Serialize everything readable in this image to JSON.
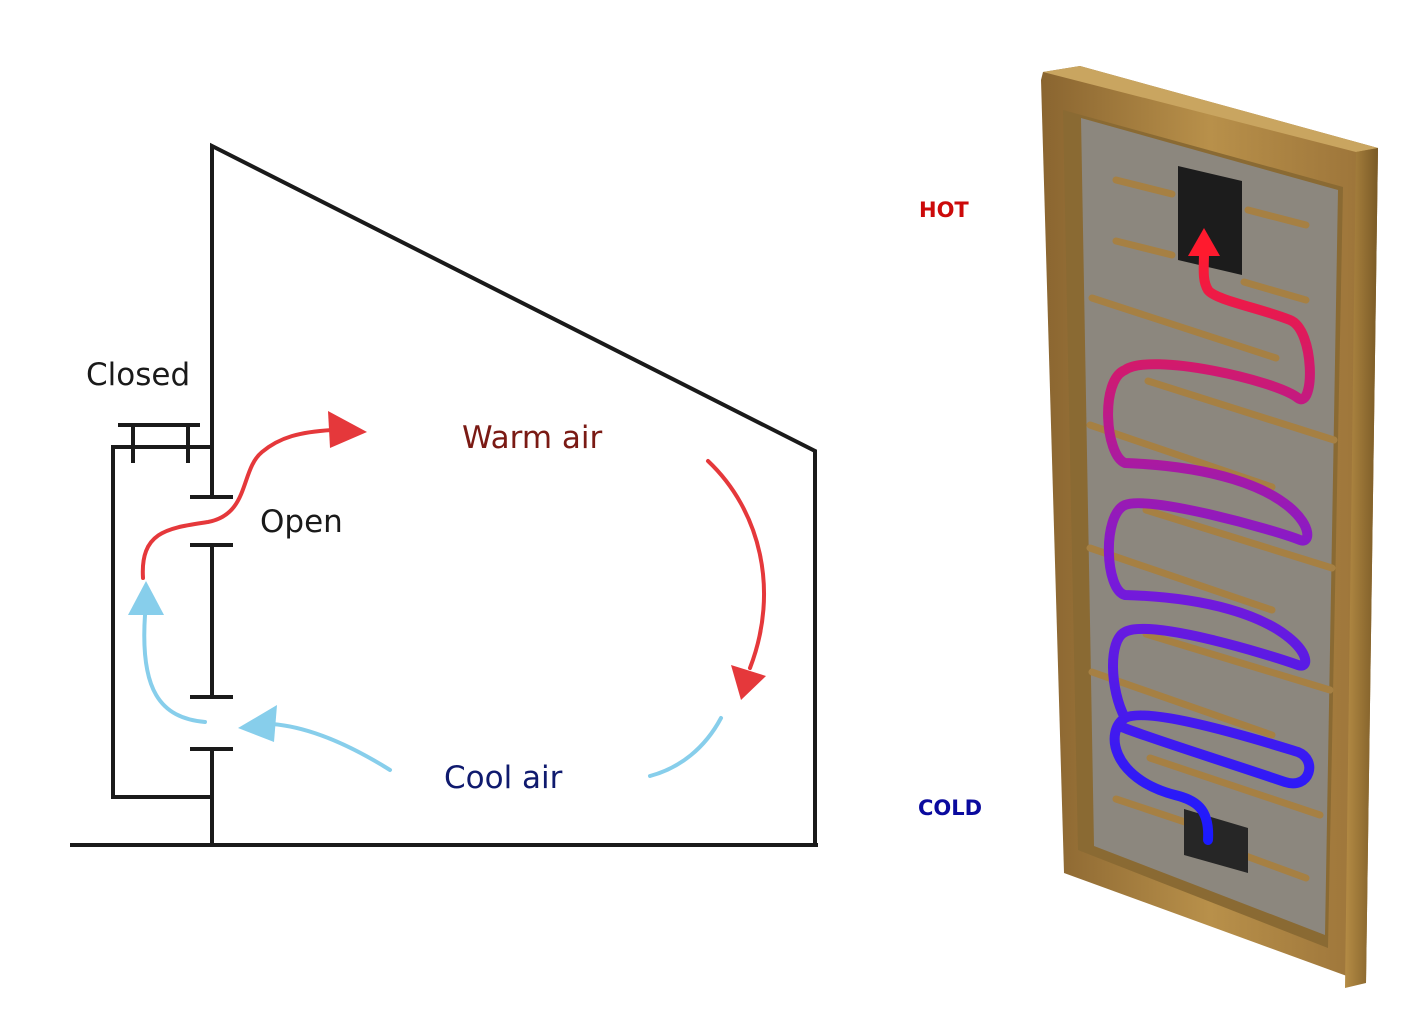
{
  "left_diagram": {
    "labels": {
      "closed": "Closed",
      "open": "Open",
      "warm_air": "Warm air",
      "cool_air": "Cool air"
    },
    "colors": {
      "warm_text": "#7a1a14",
      "cool_text": "#0f1a6e",
      "warm_arrow": "#e5383b",
      "cool_arrow": "#87ceeb",
      "structure": "#1a1a1a"
    }
  },
  "right_panel": {
    "labels": {
      "hot": "HOT",
      "cold": "COLD"
    },
    "colors": {
      "hot_text": "#cc0a0a",
      "cold_text": "#0a0a9e",
      "frame": "#a67c3d",
      "frame_dark": "#7d5a26",
      "backing": "#8d877c",
      "gradient_hot": "#ff1a2e",
      "gradient_mid": "#9a1aa0",
      "gradient_cold": "#1a1aff"
    }
  }
}
